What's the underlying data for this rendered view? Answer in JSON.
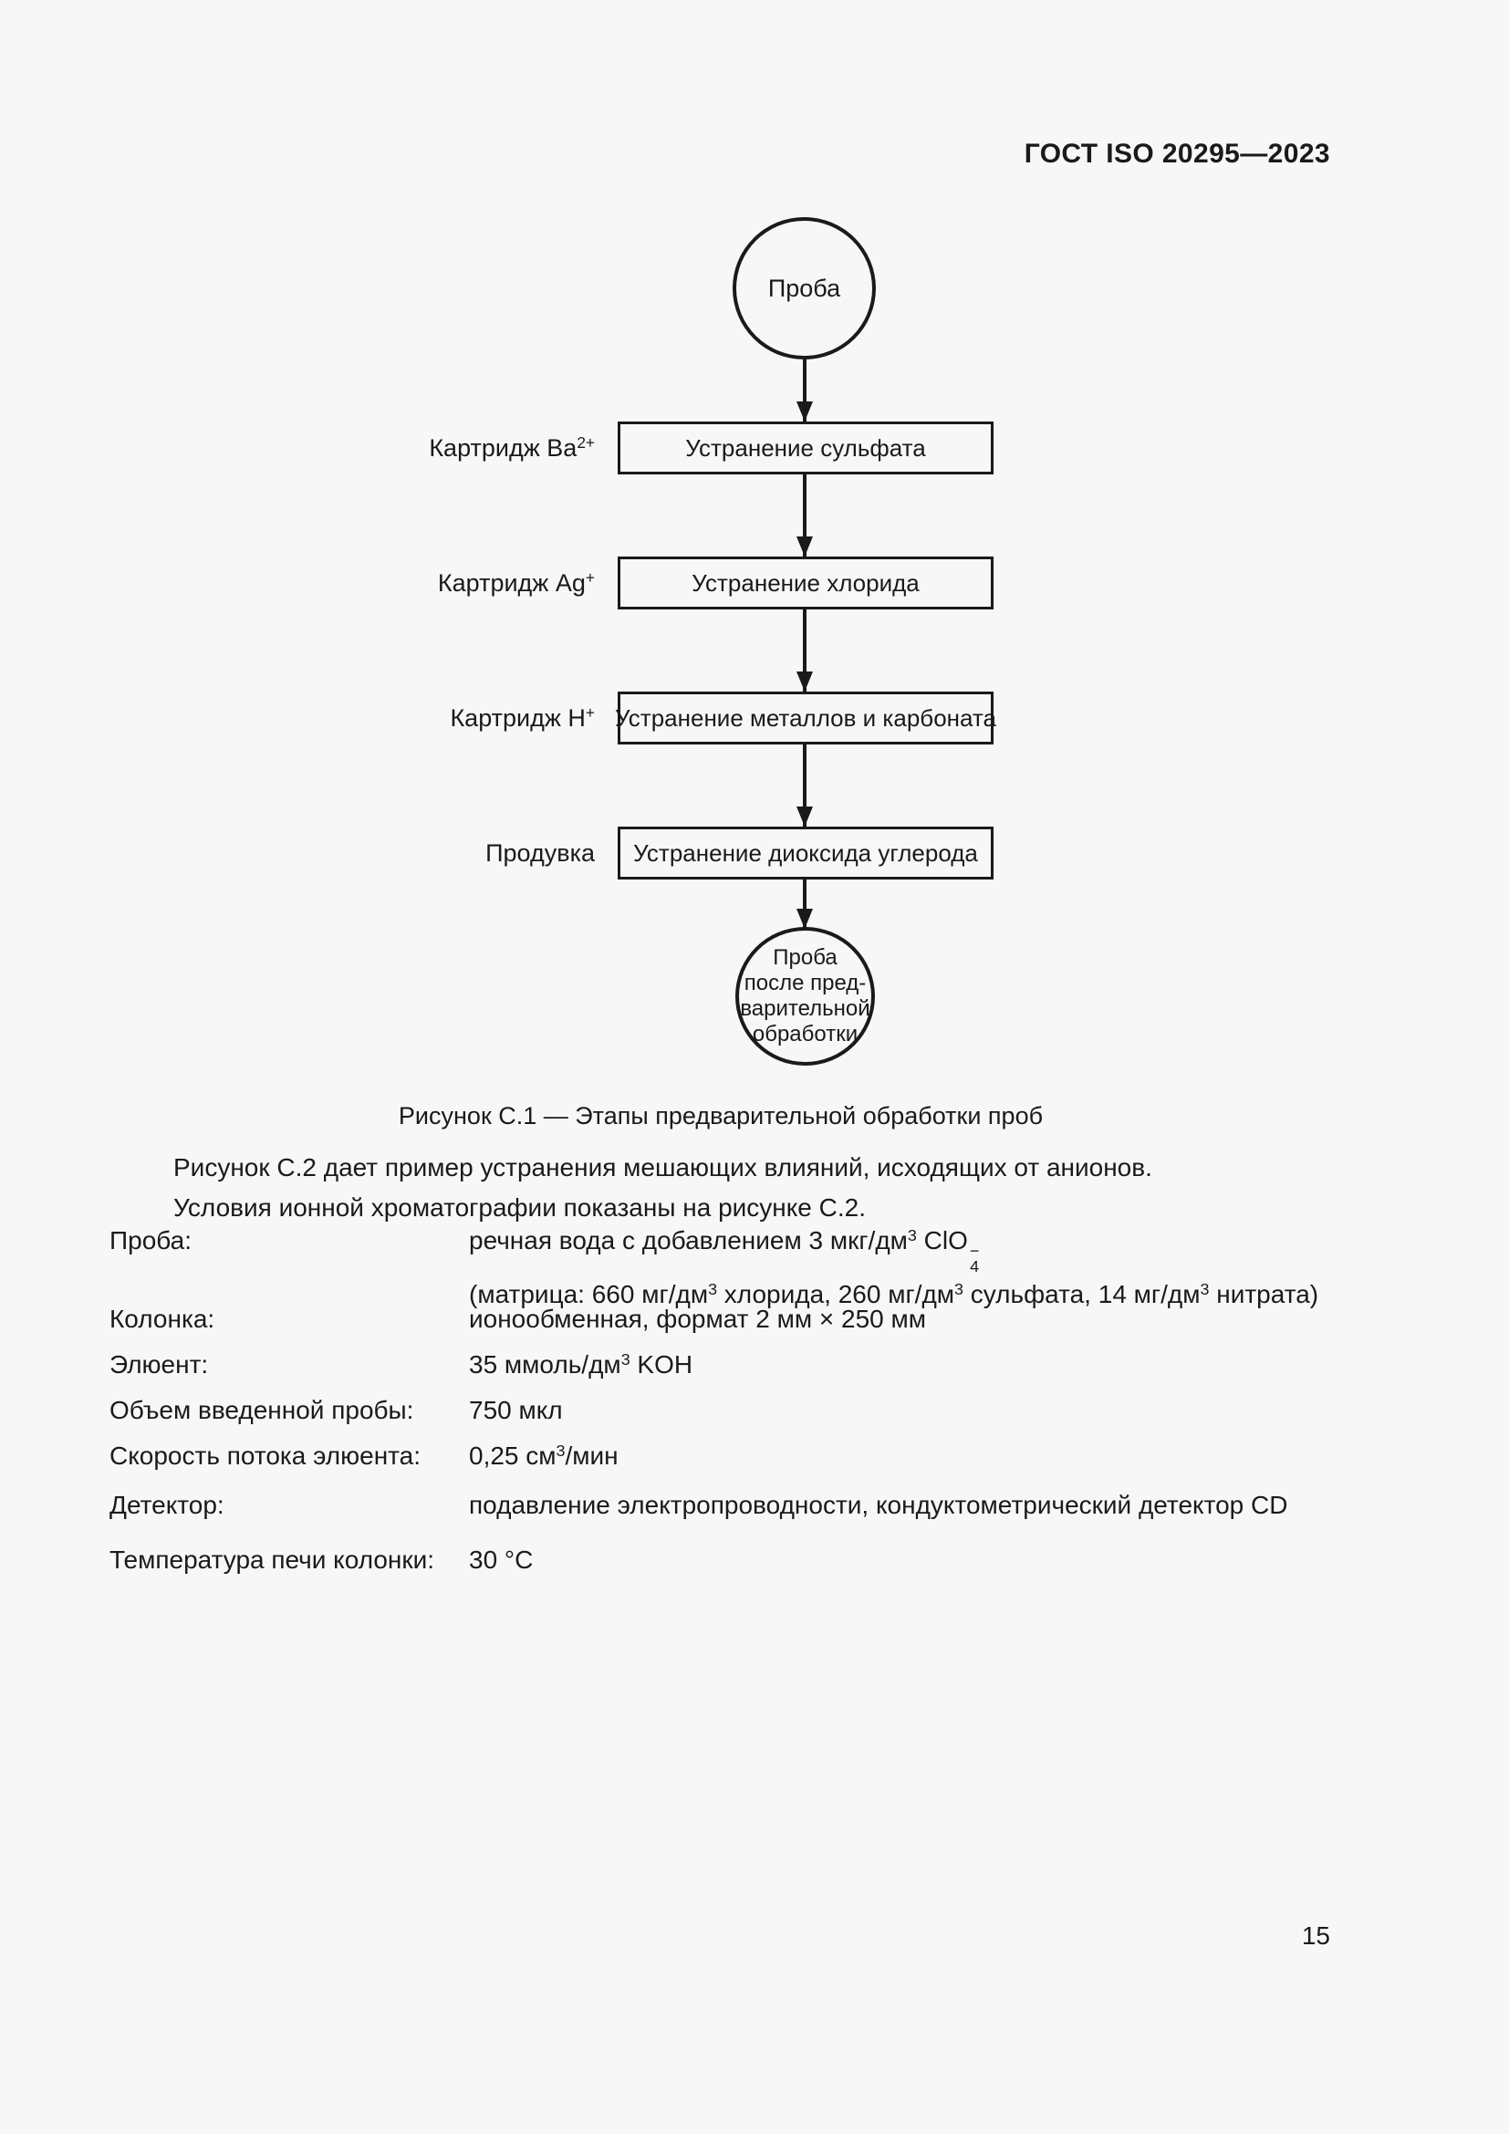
{
  "page": {
    "header": "ГОСТ ISO 20295—2023",
    "page_number": "15"
  },
  "figure": {
    "start_circle": "Проба",
    "steps": [
      {
        "label_parts": [
          {
            "t": "text",
            "v": "Картридж Ba"
          },
          {
            "t": "sup",
            "v": "2+"
          }
        ],
        "box": "Устранение сульфата"
      },
      {
        "label_parts": [
          {
            "t": "text",
            "v": "Картридж Ag"
          },
          {
            "t": "sup",
            "v": "+"
          }
        ],
        "box": "Устранение хлорида"
      },
      {
        "label_parts": [
          {
            "t": "text",
            "v": "Картридж H"
          },
          {
            "t": "sup",
            "v": "+"
          }
        ],
        "box": "Устранение металлов и карбоната"
      },
      {
        "label_parts": [
          {
            "t": "text",
            "v": "Продувка"
          }
        ],
        "box": "Устранение диоксида углерода"
      }
    ],
    "end_circle_lines": [
      "Проба",
      "после пред-",
      "варительной",
      "обработки"
    ],
    "caption": "Рисунок С.1 — Этапы предварительной обработки проб"
  },
  "paragraph_lines": [
    "Рисунок С.2 дает пример устранения мешающих влияний, исходящих от анионов.",
    "Условия ионной хроматографии показаны на рисунке С.2."
  ],
  "conditions": {
    "rows": [
      {
        "label": "Проба:",
        "value_lines": [
          [
            {
              "t": "text",
              "v": "речная вода с добавлением 3 мкг/дм"
            },
            {
              "t": "sup",
              "v": "3"
            },
            {
              "t": "text",
              "v": " ClO"
            },
            {
              "t": "stack",
              "top": "−",
              "bottom": "4"
            }
          ],
          [
            {
              "t": "text",
              "v": "(матрица: 660 мг/дм"
            },
            {
              "t": "sup",
              "v": "3"
            },
            {
              "t": "text",
              "v": " хлорида, 260 мг/дм"
            },
            {
              "t": "sup",
              "v": "3"
            },
            {
              "t": "text",
              "v": " сульфата, 14 мг/дм"
            },
            {
              "t": "sup",
              "v": "3"
            },
            {
              "t": "text",
              "v": " нитрата)"
            }
          ]
        ]
      },
      {
        "label": "Колонка:",
        "value_lines": [
          [
            {
              "t": "text",
              "v": "ионообменная, формат 2 мм × 250 мм"
            }
          ]
        ]
      },
      {
        "label": "Элюент:",
        "value_lines": [
          [
            {
              "t": "text",
              "v": "35 ммоль/дм"
            },
            {
              "t": "sup",
              "v": "3"
            },
            {
              "t": "text",
              "v": " KOH"
            }
          ]
        ]
      },
      {
        "label": "Объем введенной пробы:",
        "value_lines": [
          [
            {
              "t": "text",
              "v": "750 мкл"
            }
          ]
        ]
      },
      {
        "label": "Скорость потока элюента:",
        "value_lines": [
          [
            {
              "t": "text",
              "v": "0,25 см"
            },
            {
              "t": "sup",
              "v": "3"
            },
            {
              "t": "text",
              "v": "/мин"
            }
          ]
        ]
      },
      {
        "label": "Детектор:",
        "value_lines": [
          [
            {
              "t": "text",
              "v": "подавление электропроводности, кондуктометрический детектор CD"
            }
          ]
        ]
      },
      {
        "label": "Температура печи колонки:",
        "value_lines": [
          [
            {
              "t": "text",
              "v": "30 °C"
            }
          ]
        ]
      }
    ]
  }
}
